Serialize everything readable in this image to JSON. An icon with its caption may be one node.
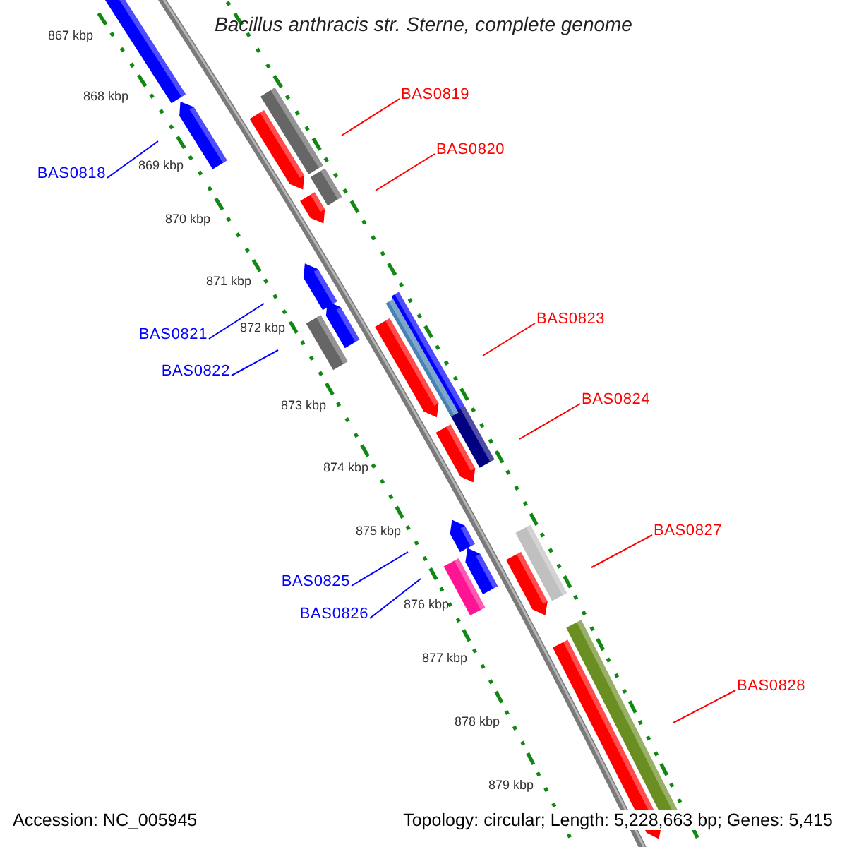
{
  "diagram": {
    "title": "Bacillus anthracis str. Sterne, complete genome",
    "nodes": [
      {
        "text": [
          "BAS0819"
        ]
      },
      {
        "text": [
          "BAS0820"
        ]
      },
      {
        "text": [
          "BAS0818"
        ]
      },
      {
        "text": [
          "BAS0823"
        ]
      },
      {
        "text": [
          "BAS0821"
        ]
      },
      {
        "text": [
          "BAS0822"
        ]
      },
      {
        "text": [
          "BAS0824"
        ]
      },
      {
        "text": [
          "BAS0827"
        ]
      },
      {
        "text": [
          "BAS0825"
        ]
      },
      {
        "text": [
          "BAS0826"
        ]
      },
      {
        "text": [
          "BAS0828"
        ]
      }
    ],
    "edges": [
      {
        "from": 0,
        "to": null,
        "arrow": "none"
      },
      {
        "from": 1,
        "to": null,
        "arrow": "none"
      },
      {
        "from": 2,
        "to": null,
        "arrow": "none",
        "color": "#0000ff"
      },
      {
        "from": 3,
        "to": null,
        "arrow": "none"
      },
      {
        "from": 4,
        "to": null,
        "arrow": "none",
        "color": "#0000ff"
      },
      {
        "from": 5,
        "to": null,
        "arrow": "none",
        "color": "#0000ff"
      },
      {
        "from": 6,
        "to": null,
        "arrow": "none"
      },
      {
        "from": 7,
        "to": null,
        "arrow": "none"
      },
      {
        "from": 8,
        "to": null,
        "arrow": "none",
        "color": "#0000ff"
      },
      {
        "from": 9,
        "to": null,
        "arrow": "none",
        "color": "#0000ff"
      },
      {
        "from": 10,
        "to": null,
        "arrow": "none"
      }
    ],
    "labels": [
      "867 kbp",
      "868 kbp",
      "869 kbp",
      "870 kbp",
      "871 kbp",
      "872 kbp",
      "873 kbp",
      "874 kbp",
      "875 kbp",
      "876 kbp",
      "877 kbp",
      "878 kbp",
      "879 kbp",
      "Accession: NC_005945",
      "Topology: circular; Length: 5,228,663 bp; Genes: 5,415"
    ]
  }
}
